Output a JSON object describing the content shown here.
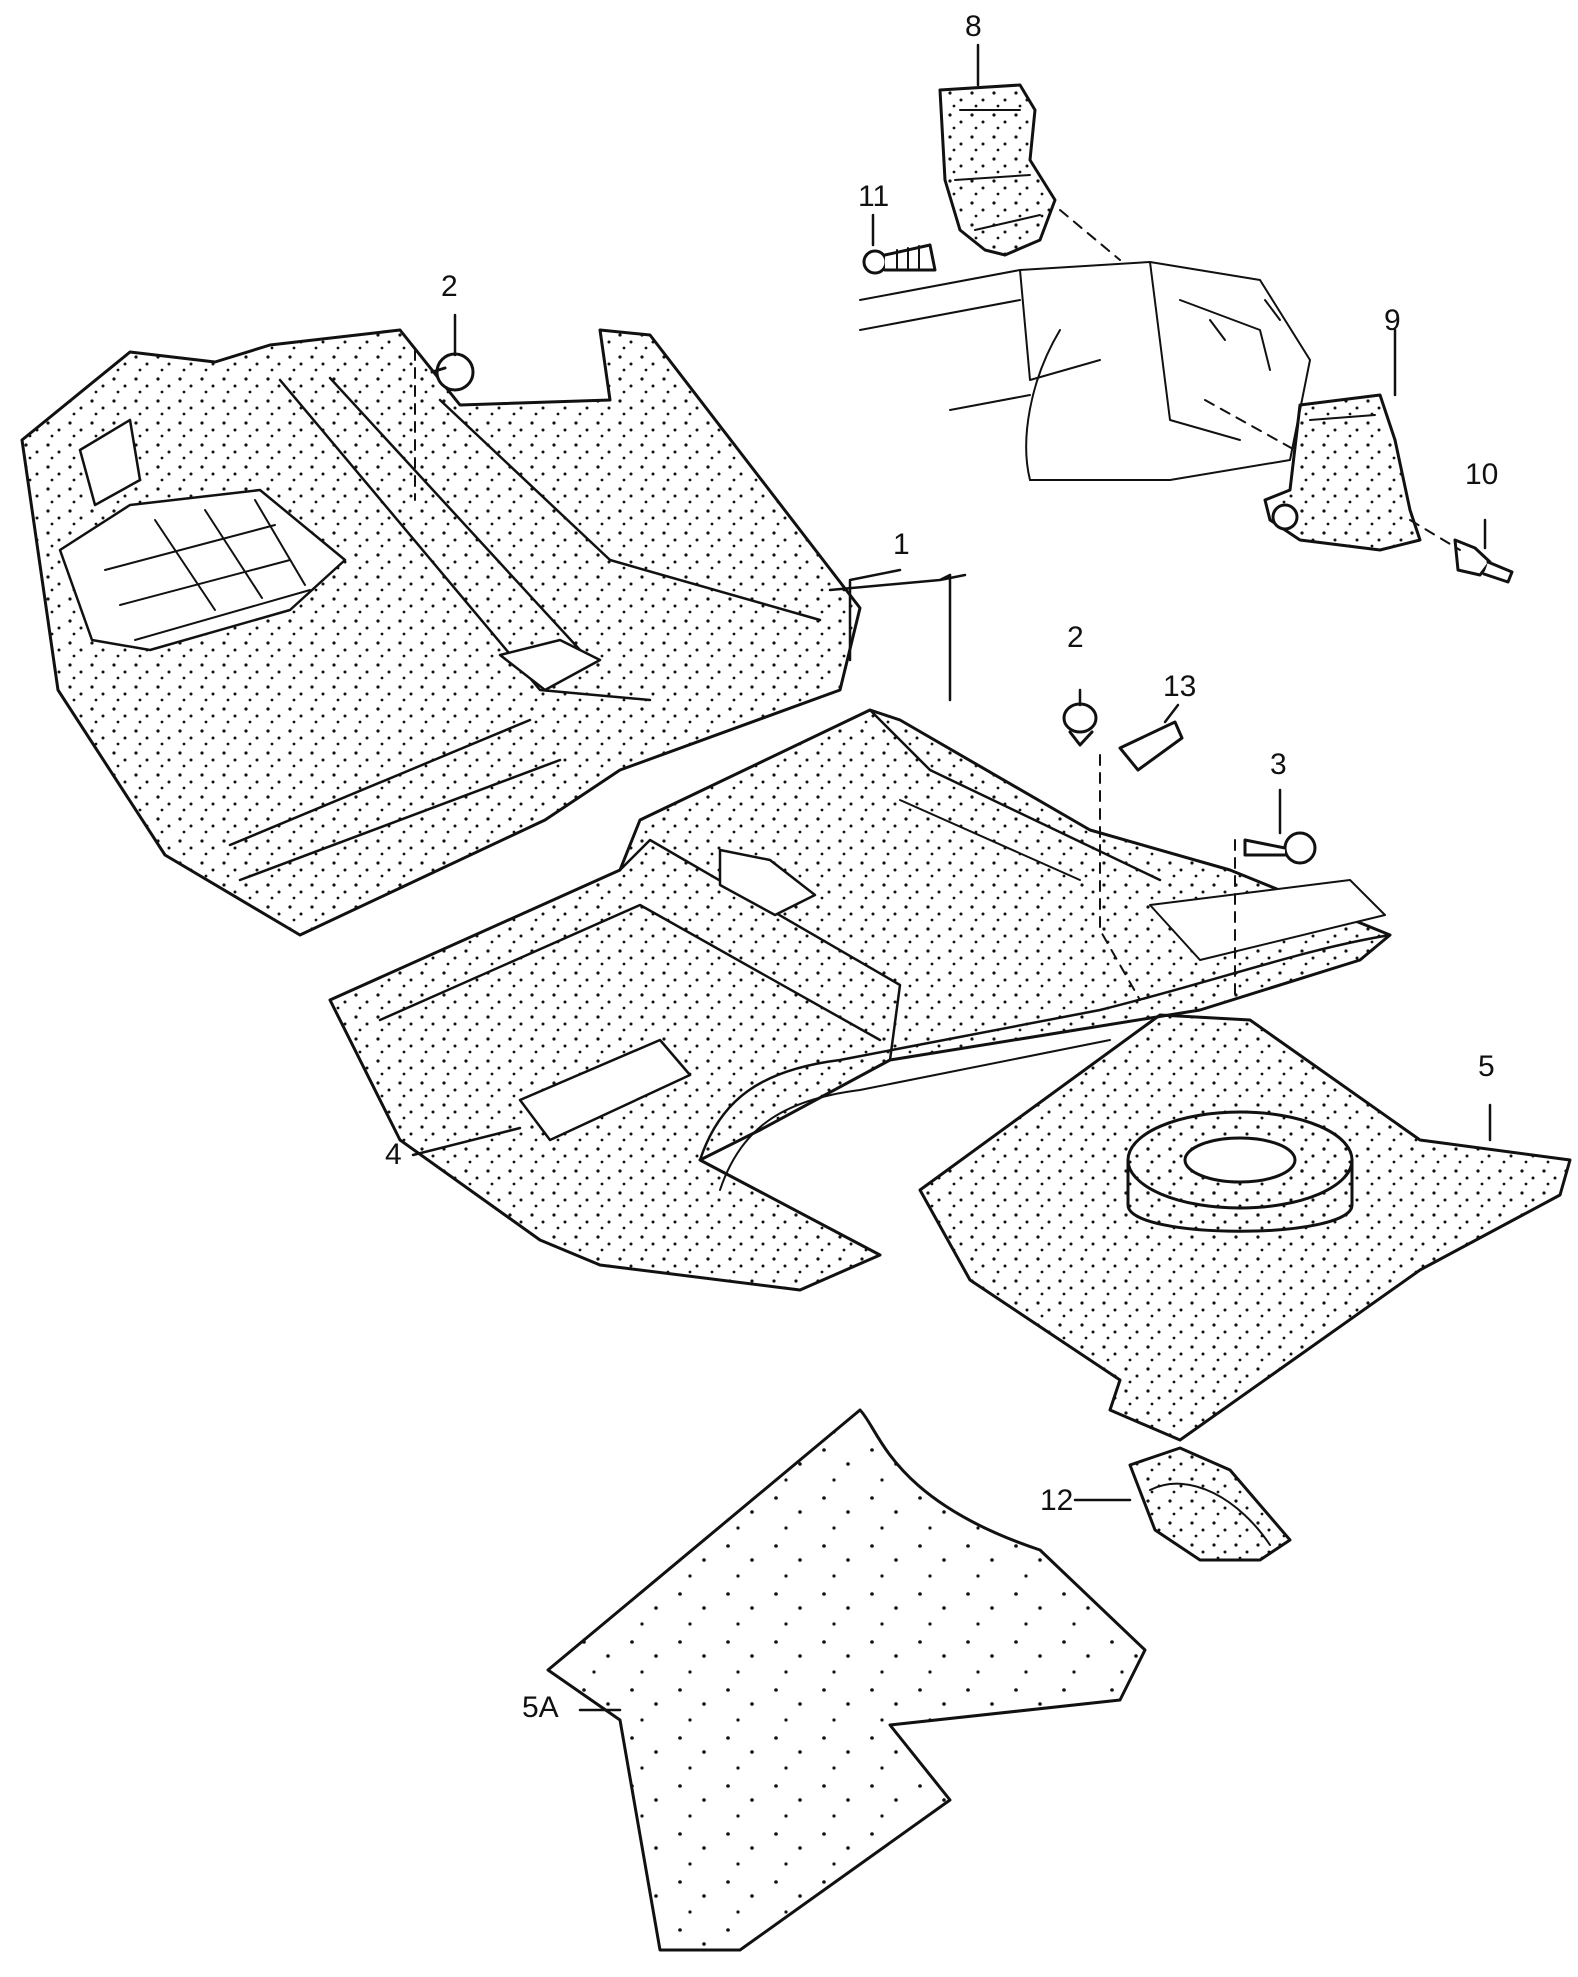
{
  "diagram": {
    "callouts": [
      {
        "id": "c8",
        "text": "8"
      },
      {
        "id": "c11",
        "text": "11"
      },
      {
        "id": "c2a",
        "text": "2"
      },
      {
        "id": "c9",
        "text": "9"
      },
      {
        "id": "c10",
        "text": "10"
      },
      {
        "id": "c1",
        "text": "1"
      },
      {
        "id": "c2b",
        "text": "2"
      },
      {
        "id": "c13",
        "text": "13"
      },
      {
        "id": "c3",
        "text": "3"
      },
      {
        "id": "c4",
        "text": "4"
      },
      {
        "id": "c5",
        "text": "5"
      },
      {
        "id": "c12",
        "text": "12"
      },
      {
        "id": "c5a",
        "text": "5A"
      }
    ]
  },
  "colors": {
    "ink": "#111111",
    "paper": "#ffffff",
    "fill": "#f4f4f4"
  }
}
